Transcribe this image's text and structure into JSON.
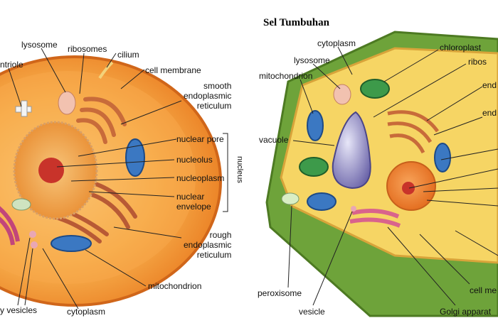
{
  "title": "Sel Tumbuhan",
  "animal_labels": {
    "centriole": "ntriole",
    "lysosome": "lysosome",
    "ribosomes": "ribosomes",
    "cilium": "cilium",
    "cell_membrane": "cell membrane",
    "smooth_er": [
      "smooth",
      "endoplasmic",
      "reticulum"
    ],
    "nuclear_pore": "nuclear pore",
    "nucleolus": "nucleolus",
    "nucleoplasm": "nucleoplasm",
    "nuclear_envelope": [
      "nuclear",
      "envelope"
    ],
    "nucleus_bracket": "nucleus",
    "rough_er": [
      "rough",
      "endoplasmic",
      "reticulum"
    ],
    "mitochondrion": "mitochondrion",
    "secretory_vesicles": "y vesicles",
    "cytoplasm": "cytoplasm"
  },
  "plant_labels": {
    "cytoplasm": "cytoplasm",
    "chloroplast": "chloroplast",
    "ribosomes": "ribos",
    "lysosome": "lysosome",
    "mitochondrion": "mitochondrion",
    "end1": "end",
    "end2": "end",
    "vacuole": "vacuole",
    "peroxisome": "peroxisome",
    "vesicle": "vesicle",
    "golgi": "Golgi apparat",
    "cell_membrane": "cell me"
  }
}
